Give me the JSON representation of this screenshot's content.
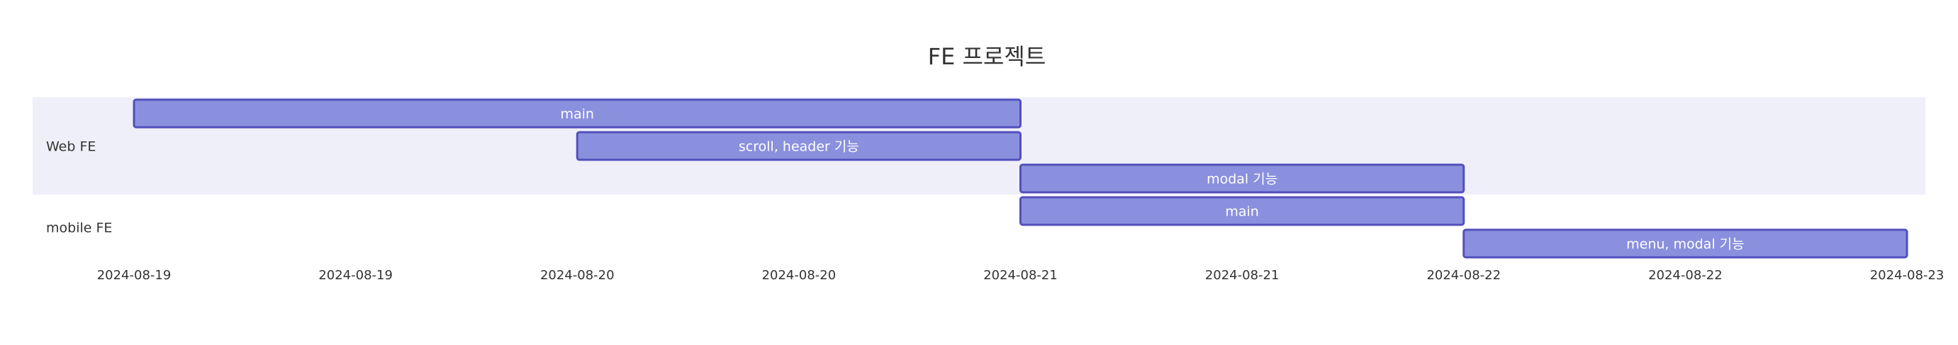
{
  "chart_data": {
    "type": "gantt",
    "title": "FE 프로젝트",
    "x_range": [
      "2024-08-19T00:00",
      "2024-08-23T00:00"
    ],
    "ticks": [
      {
        "t": "2024-08-19T00:00",
        "label": "2024-08-19"
      },
      {
        "t": "2024-08-19T12:00",
        "label": "2024-08-19"
      },
      {
        "t": "2024-08-20T00:00",
        "label": "2024-08-20"
      },
      {
        "t": "2024-08-20T12:00",
        "label": "2024-08-20"
      },
      {
        "t": "2024-08-21T00:00",
        "label": "2024-08-21"
      },
      {
        "t": "2024-08-21T12:00",
        "label": "2024-08-21"
      },
      {
        "t": "2024-08-22T00:00",
        "label": "2024-08-22"
      },
      {
        "t": "2024-08-22T12:00",
        "label": "2024-08-22"
      },
      {
        "t": "2024-08-23T00:00",
        "label": "2024-08-23"
      }
    ],
    "sections": [
      {
        "name": "Web FE",
        "tasks": [
          {
            "label": "main",
            "start": "2024-08-19T00:00",
            "end": "2024-08-21T00:00"
          },
          {
            "label": "scroll, header 기능",
            "start": "2024-08-20T00:00",
            "end": "2024-08-21T00:00"
          },
          {
            "label": "modal 기능",
            "start": "2024-08-21T00:00",
            "end": "2024-08-22T00:00"
          }
        ]
      },
      {
        "name": "mobile FE",
        "tasks": [
          {
            "label": "main",
            "start": "2024-08-21T00:00",
            "end": "2024-08-22T00:00"
          },
          {
            "label": "menu, modal 기능",
            "start": "2024-08-22T00:00",
            "end": "2024-08-23T00:00"
          }
        ]
      }
    ],
    "colors": {
      "task_fill": "#8a90dd",
      "task_stroke": "#534fbc",
      "section_band": "#efeffa",
      "text": "#333333",
      "task_text": "#ffffff"
    }
  }
}
